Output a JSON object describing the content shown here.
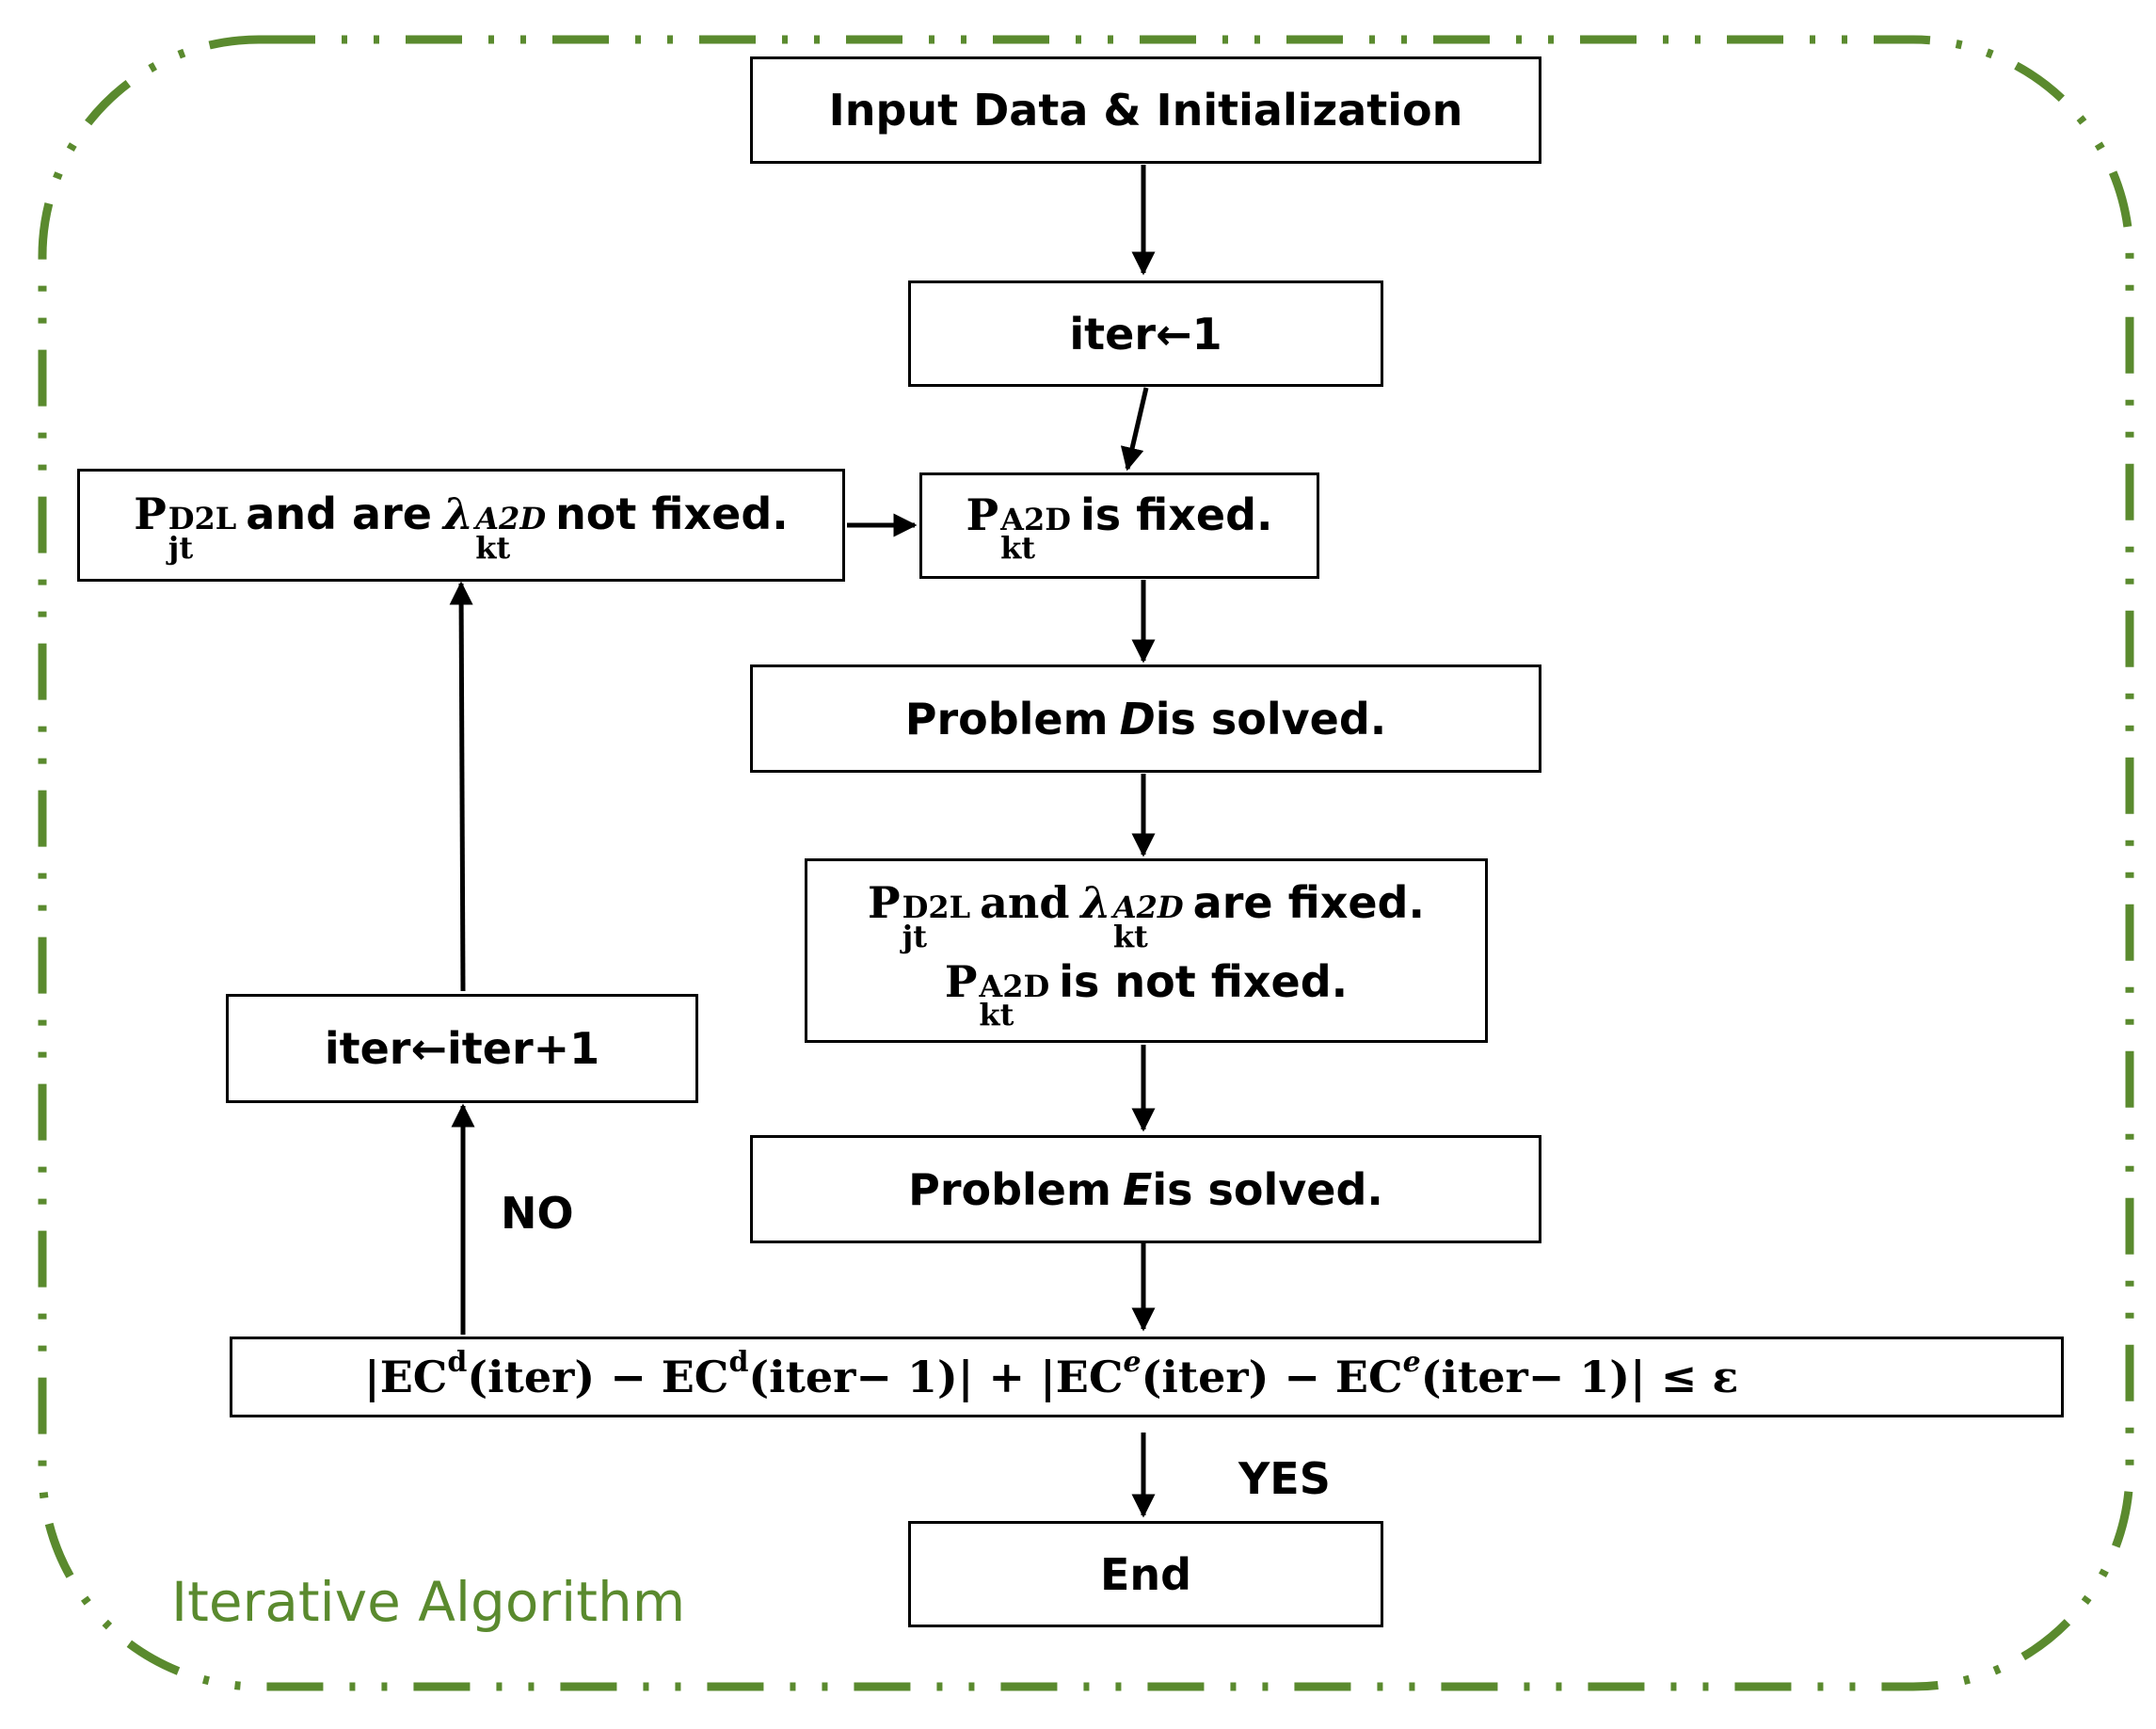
{
  "frame": {
    "label": "Iterative Algorithm",
    "color": "#5a8a2e"
  },
  "nodes": {
    "input": {
      "text": "Input Data & Initialization"
    },
    "iter_init": {
      "text": "iter←1"
    },
    "p_a2d_fixed": {
      "var": "P",
      "sup": "A2D",
      "sub": "kt",
      "text": "is fixed."
    },
    "problem_d": {
      "prefix": "Problem",
      "var": "D",
      "suffix": "is solved."
    },
    "fixed_group": {
      "line1": {
        "var1": "P",
        "sup1": "D2L",
        "sub1": "jt",
        "mid": "and",
        "var2": "λ",
        "sup2": "A2D",
        "sub2": "kt",
        "suffix": "are fixed."
      },
      "line2": {
        "var": "P",
        "sup": "A2D",
        "sub": "kt",
        "suffix": "is not fixed."
      }
    },
    "problem_e": {
      "prefix": "Problem",
      "var": "E",
      "suffix": "is solved."
    },
    "not_fixed": {
      "var1": "P",
      "sup1": "D2L",
      "sub1": "jt",
      "mid": "and are",
      "var2": "λ",
      "sup2": "A2D",
      "sub2": "kt",
      "suffix": "not fixed."
    },
    "iter_inc": {
      "text": "iter←iter+1"
    },
    "condition": {
      "left_bar": "|",
      "ec": "EC",
      "sup_d": "d",
      "iter": "(iter)",
      "minus": "−",
      "iter_prev": "(iter− 1)",
      "right_bar": "|",
      "plus": "+",
      "sup_e": "e",
      "leq": "≤",
      "eps": "ε"
    },
    "end": {
      "text": "End"
    }
  },
  "labels": {
    "no": "NO",
    "yes": "YES"
  }
}
